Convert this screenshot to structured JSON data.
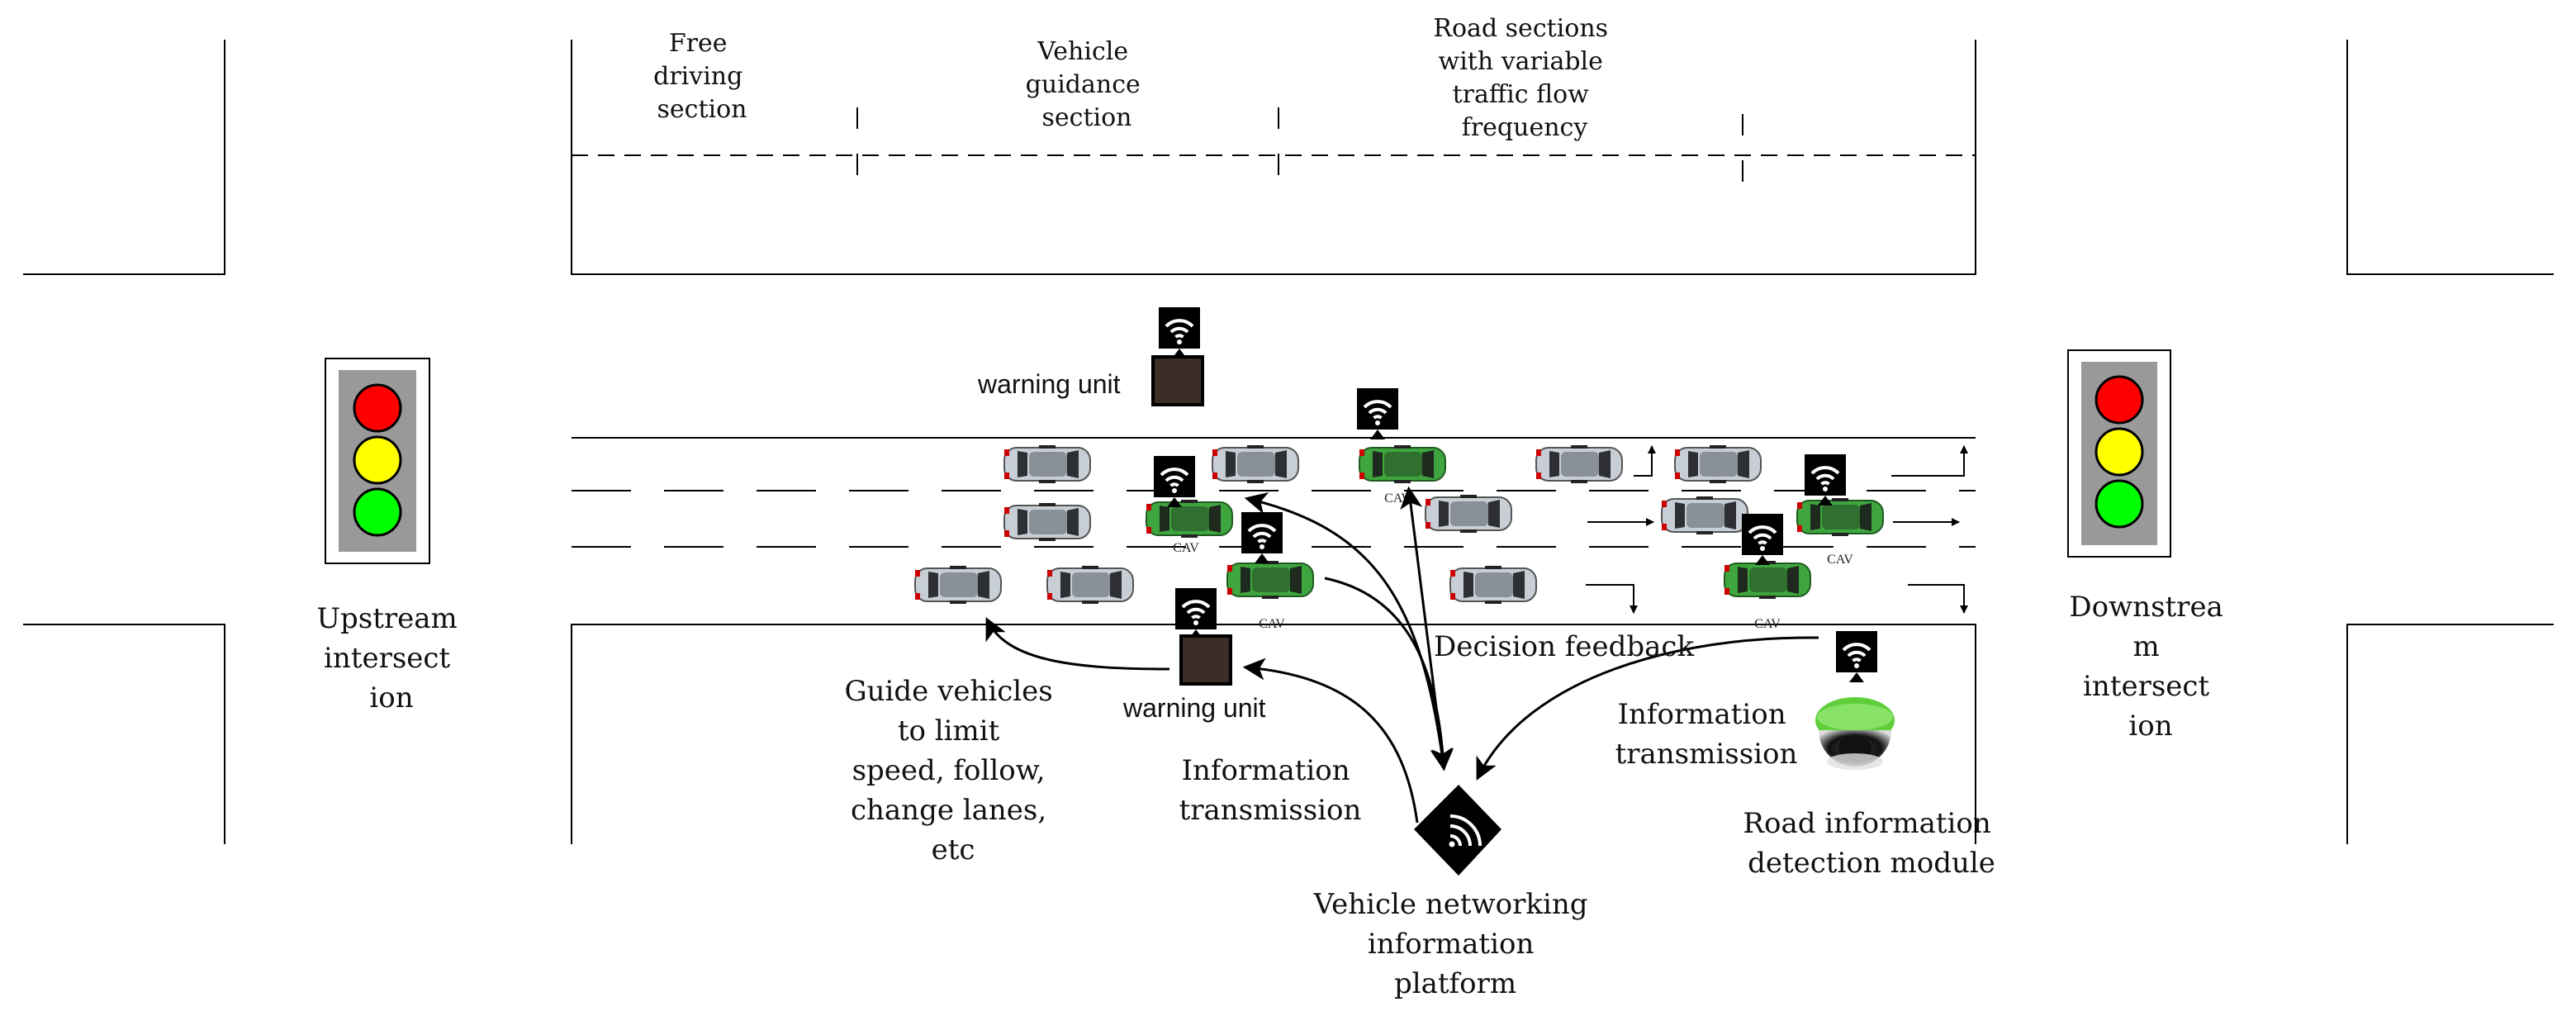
{
  "sections": {
    "free_driving": [
      "Free",
      "driving",
      "section"
    ],
    "vehicle_guidance": [
      "Vehicle",
      "guidance",
      "section"
    ],
    "variable_flow": [
      "Road sections",
      "with variable",
      "traffic flow",
      "frequency"
    ]
  },
  "intersections": {
    "upstream": [
      "Upstream",
      "intersect",
      "ion"
    ],
    "downstream": [
      "Downstrea",
      "m",
      "intersect",
      "ion"
    ]
  },
  "labels": {
    "warning_unit_top": "warning unit",
    "warning_unit_bottom": "warning unit",
    "decision_feedback": "Decision feedback",
    "info_transmission_left": [
      "Information",
      "transmission"
    ],
    "info_transmission_right": [
      "Information",
      "transmission"
    ],
    "guide_vehicles": [
      "Guide vehicles",
      "to limit",
      "speed, follow,",
      "change lanes,",
      "etc"
    ],
    "platform": [
      "Vehicle networking",
      "information",
      "platform"
    ],
    "detection_module": [
      "Road information",
      "detection module"
    ],
    "cav": "CAV"
  },
  "traffic_light_colors": {
    "red": "#ff0000",
    "yellow": "#ffff00",
    "green": "#00ff00"
  },
  "vehicle_colors": {
    "cav": "#3fa63f",
    "regular": "#c8ced6"
  },
  "icons": [
    "wifi-icon",
    "warning-unit-box",
    "camera-sensor-icon",
    "platform-diamond-icon",
    "traffic-light"
  ]
}
